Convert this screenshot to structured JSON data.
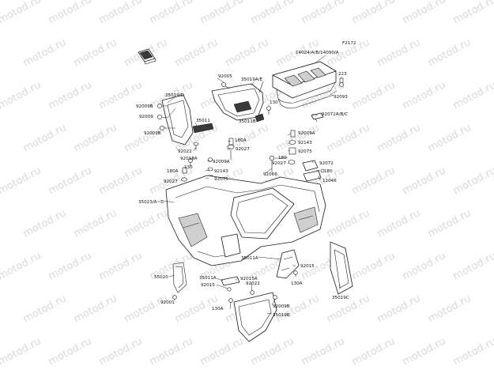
{
  "diagram_code": "F2172",
  "watermark": "motod.ru",
  "labels": {
    "p14024": "14024/A/B/14090/A",
    "p223": "223",
    "p92093": "92093",
    "p92005": "92005",
    "p35019ae": "35019A/E",
    "p130a": "130",
    "p35011b": "35011B",
    "p92072abc": "92072A/B/C",
    "p35019d": "35019/D",
    "p92009b1": "92009B",
    "p92009a1": "92009",
    "p35011": "35011",
    "p92009b2": "92009B",
    "p92022a": "92022",
    "p92015a": "92015A",
    "p130b": "130",
    "p180a1": "180A",
    "p92027a": "92027",
    "p92009a2": "92009A",
    "p92143a": "92143",
    "p92075a": "92075",
    "p92066": "92066",
    "p92009a3": "92009A",
    "p92143b": "92143",
    "p92075b": "92075",
    "p180b": "180",
    "p92027b": "92027",
    "p92072": "92072",
    "p180c": "180",
    "p11046": "11046",
    "p180a2": "180A",
    "p92027c": "92027",
    "p35023": "35023/A~D",
    "p35011a1": "35011A",
    "p92015b": "92015",
    "p130c": "130A",
    "p35019c": "35019C",
    "p55020": "55020",
    "p35011a2": "35011A",
    "p92015c": "92015A",
    "p92015d": "92015",
    "p92022b": "92022",
    "p92001": "92001",
    "p130d": "130A",
    "p92009b3": "92009B",
    "p35019b": "35019B"
  },
  "colors": {
    "line": "#1a1a1a",
    "watermark": "#d9d9d9",
    "background": "#ffffff"
  },
  "icons": {
    "corner": "book-manual-icon"
  }
}
